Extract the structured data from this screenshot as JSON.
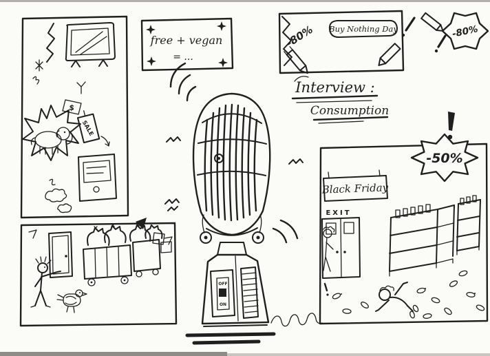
{
  "artwork": {
    "description": "Hand-drawn black-ink comic page about consumption, with a large vintage microphone in the center",
    "ink_color": "#1f1f1f",
    "paper_color": "#fbfbf8"
  },
  "heading": {
    "interview": "Interview :",
    "consumption": "Consumption"
  },
  "free_vegan_box": {
    "line1": "free + vegan",
    "line2": "= ..."
  },
  "top_right_panel": {
    "discount_badge": "-80%",
    "buy_nothing_day": "Buy Nothing Day"
  },
  "far_right": {
    "discount_badge": "-80%"
  },
  "right_panel": {
    "discount_starburst": "-50%",
    "black_friday": "Black Friday",
    "exit": "EXIT",
    "exclamation": "!"
  },
  "left_panel": {
    "sale_tag": "SALE",
    "price_note": "$"
  },
  "microphone": {
    "switch_off": "OFF",
    "switch_on": "ON"
  }
}
